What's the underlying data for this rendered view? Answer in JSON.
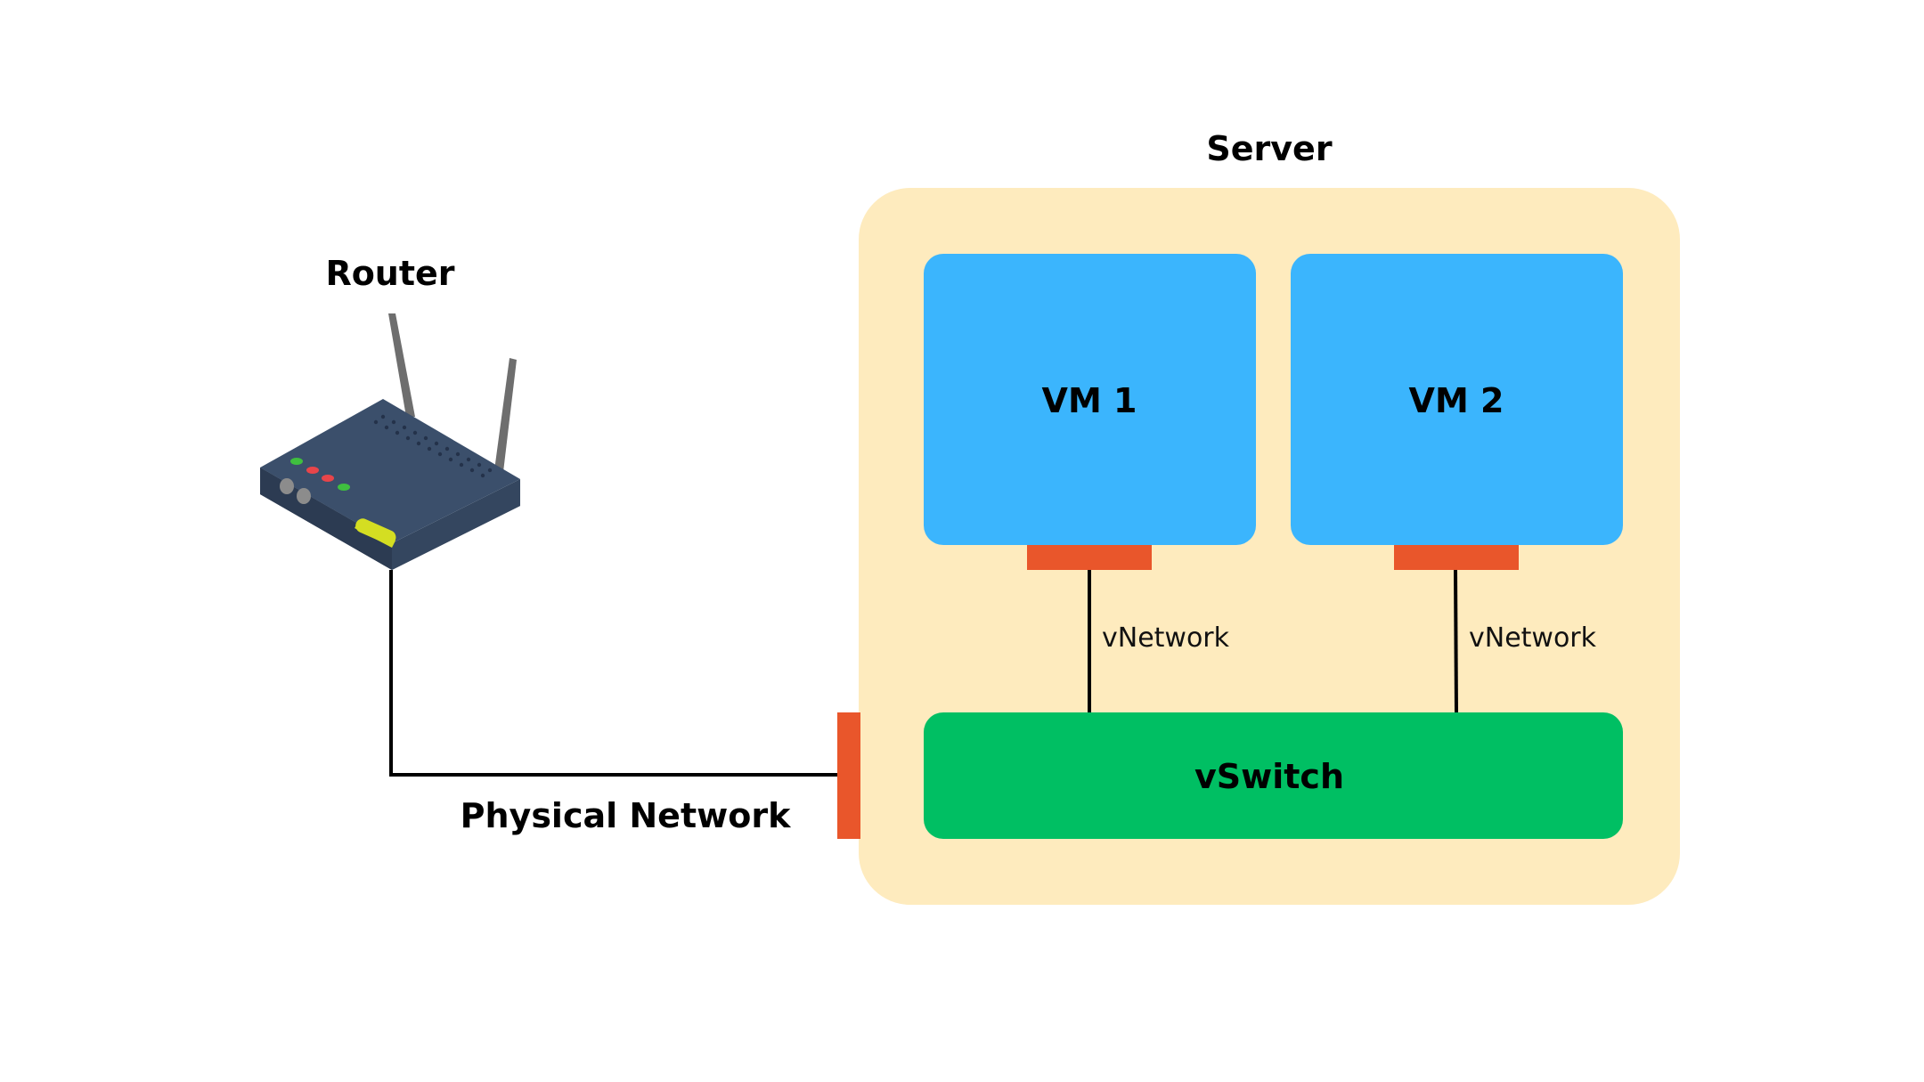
{
  "diagram": {
    "router": {
      "label": "Router",
      "icon": "wifi-router-icon"
    },
    "server": {
      "label": "Server"
    },
    "vms": [
      {
        "label": "VM 1",
        "network_label": "vNetwork"
      },
      {
        "label": "VM 2",
        "network_label": "vNetwork"
      }
    ],
    "vswitch": {
      "label": "vSwitch"
    },
    "physical_network": {
      "label": "Physical Network"
    }
  },
  "colors": {
    "server_fill": "#FEEBBE",
    "vm_fill": "#3BB5FD",
    "vswitch_fill": "#00BF63",
    "port_fill": "#E9562B",
    "line": "#000000",
    "router_body": "#34465F",
    "router_top": "#3B4F6B",
    "router_side": "#1E2B3D",
    "antenna": "#6E6E6E",
    "led_green": "#3FBF3F",
    "led_red": "#E8454A",
    "router_port": "#D4DE22"
  }
}
